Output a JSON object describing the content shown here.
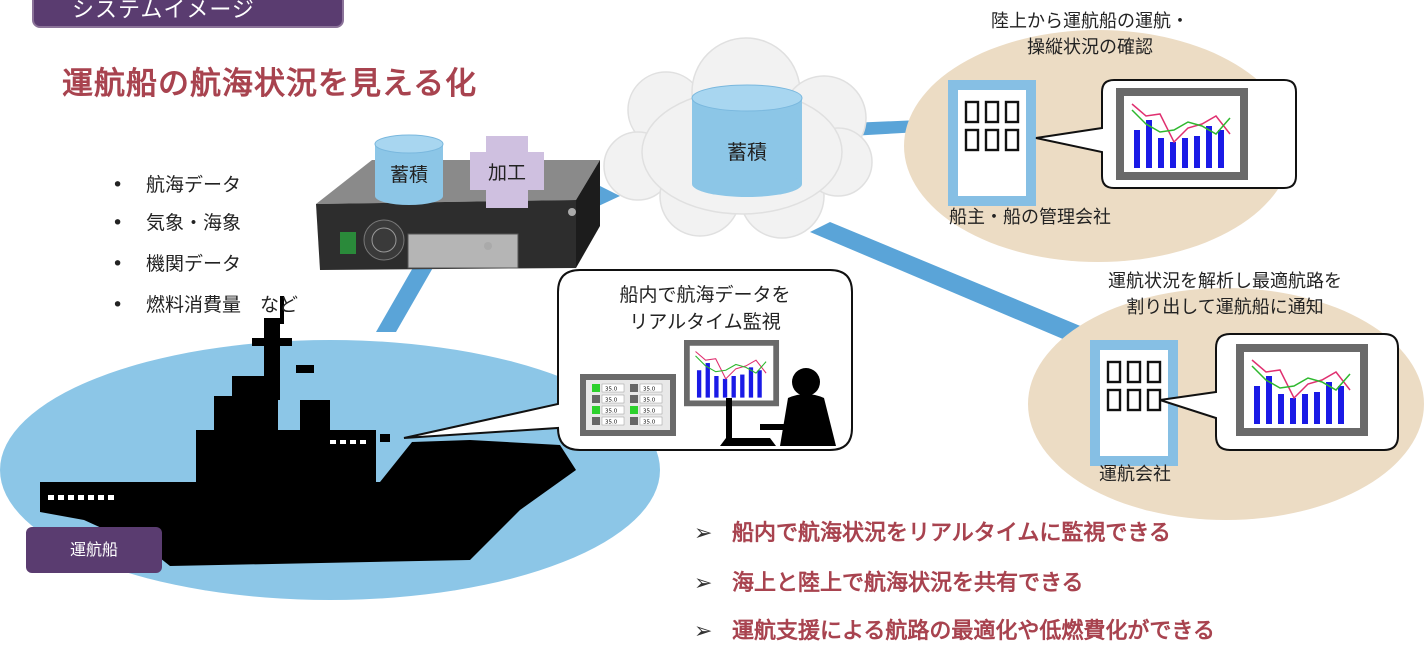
{
  "header": {
    "tab_label": "システムイメージ"
  },
  "title": "運航船の航海状況を見える化",
  "data_items": [
    "航海データ",
    "気象・海象",
    "機関データ",
    "燃料消費量　など"
  ],
  "bullet_mark": "•",
  "onboard": {
    "storage_label": "蓄積",
    "process_label": "加工",
    "callout_lines": [
      "船内で航海データを",
      "リアルタイム監視"
    ],
    "meter_value": "35.0"
  },
  "cloud": {
    "storage_label": "蓄積"
  },
  "owner": {
    "caption_lines": [
      "陸上から運航船の運航・",
      "操縦状況の確認"
    ],
    "name": "船主・船の管理会社"
  },
  "operator": {
    "caption_lines": [
      "運航状況を解析し最適航路を",
      "割り出して運航船に通知"
    ],
    "name": "運航会社"
  },
  "ship": {
    "label": "運航船"
  },
  "conclusion_marker": "➢",
  "conclusions": [
    "船内で航海状況をリアルタイムに監視できる",
    "海上と陸上で航海状況を共有できる",
    "運航支援による航路の最適化や低燃費化ができる"
  ],
  "colors": {
    "accent_red": "#a8434f",
    "badge_purple": "#5a3c70",
    "sea_blue": "#8cc6e7",
    "land_beige": "#ecdcc4",
    "link_blue": "#5aa4d8",
    "bar_blue": "#1a1ae6"
  }
}
